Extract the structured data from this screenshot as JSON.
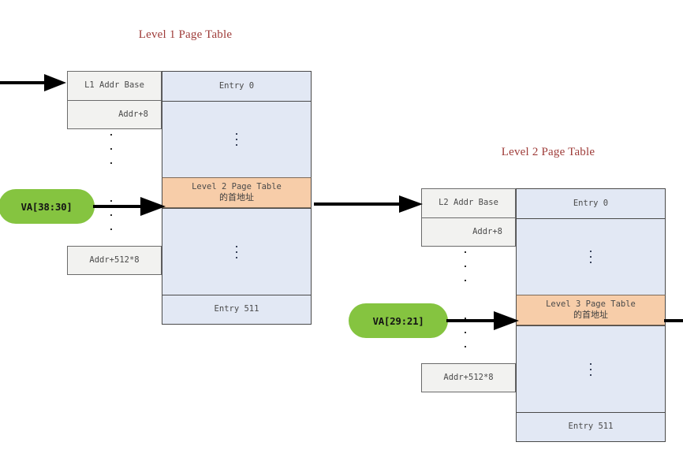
{
  "diagram": {
    "title_color": "#9e3b38",
    "highlight_color": "#f7cda9",
    "entry_color": "#e2e8f4",
    "addr_color": "#f2f2f0",
    "pill_color": "#85c440"
  },
  "tables": [
    {
      "title": "Level 1 Page Table",
      "addr_rows": {
        "base": "L1 Addr Base",
        "second": "Addr+8",
        "last": "Addr+512*8"
      },
      "entry_rows": {
        "first": "Entry 0",
        "highlight_line1": "Level 2 Page Table",
        "highlight_line2": "的首地址",
        "last": "Entry 511"
      }
    },
    {
      "title": "Level 2 Page Table",
      "addr_rows": {
        "base": "L2 Addr Base",
        "second": "Addr+8",
        "last": "Addr+512*8"
      },
      "entry_rows": {
        "first": "Entry 0",
        "highlight_line1": "Level 3 Page Table",
        "highlight_line2": "的首地址",
        "last": "Entry 511"
      }
    }
  ],
  "va_labels": [
    {
      "text": "VA[38:30]"
    },
    {
      "text": "VA[29:21]"
    }
  ]
}
